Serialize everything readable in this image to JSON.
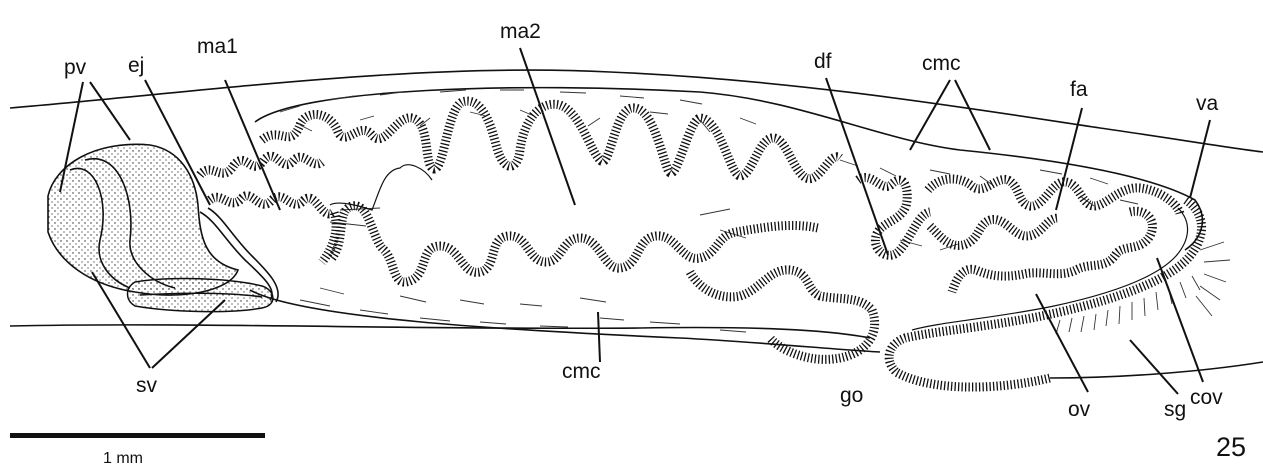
{
  "figure": {
    "plate_number": "25",
    "scale_bar_label": "1 mm",
    "labels": {
      "pv": "pv",
      "ej": "ej",
      "ma1": "ma1",
      "ma2": "ma2",
      "df": "df",
      "cmc_top": "cmc",
      "fa": "fa",
      "va": "va",
      "sv": "sv",
      "cmc_bottom": "cmc",
      "go": "go",
      "ov": "ov",
      "sg": "sg",
      "cov": "cov"
    }
  }
}
